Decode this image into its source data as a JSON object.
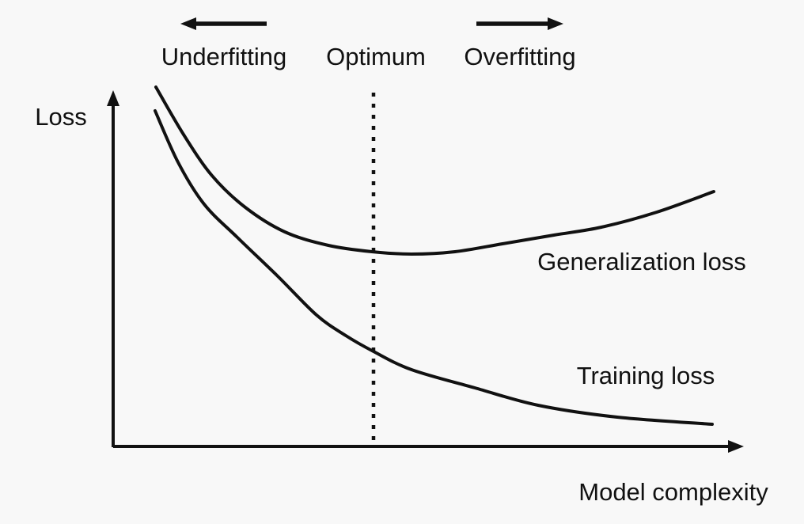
{
  "labels": {
    "y_axis": "Loss",
    "x_axis": "Model complexity",
    "region_left": "Underfitting",
    "region_center": "Optimum",
    "region_right": "Overfitting",
    "curve_generalization": "Generalization loss",
    "curve_training": "Training loss"
  },
  "colors": {
    "background": "#f8f8f8",
    "ink": "#111111"
  },
  "chart_data": {
    "type": "line",
    "title": "",
    "xlabel": "Model complexity",
    "ylabel": "Loss",
    "axes_numeric": false,
    "grid": false,
    "legend_position": "inline-annotations",
    "annotations": [
      {
        "text": "Underfitting",
        "region": "left of optimum",
        "arrow": "left"
      },
      {
        "text": "Optimum",
        "region": "dotted vertical divider"
      },
      {
        "text": "Overfitting",
        "region": "right of optimum",
        "arrow": "right"
      }
    ],
    "optimum_x": 472,
    "series": [
      {
        "name": "Generalization loss",
        "shape": "decreases steeply, flattens to a minimum at the optimum divider, then rises gently",
        "points": [
          [
            197,
            110
          ],
          [
            232,
            170
          ],
          [
            268,
            222
          ],
          [
            310,
            262
          ],
          [
            360,
            293
          ],
          [
            415,
            310
          ],
          [
            470,
            318
          ],
          [
            520,
            321
          ],
          [
            575,
            318
          ],
          [
            635,
            308
          ],
          [
            700,
            297
          ],
          [
            760,
            287
          ],
          [
            830,
            268
          ],
          [
            902,
            242
          ]
        ]
      },
      {
        "name": "Training loss",
        "shape": "monotonically decreasing toward an asymptote",
        "points": [
          [
            196,
            140
          ],
          [
            225,
            205
          ],
          [
            258,
            258
          ],
          [
            300,
            300
          ],
          [
            350,
            348
          ],
          [
            400,
            398
          ],
          [
            437,
            424
          ],
          [
            472,
            444
          ],
          [
            520,
            467
          ],
          [
            600,
            490
          ],
          [
            680,
            512
          ],
          [
            780,
            527
          ],
          [
            900,
            536
          ]
        ]
      }
    ]
  }
}
